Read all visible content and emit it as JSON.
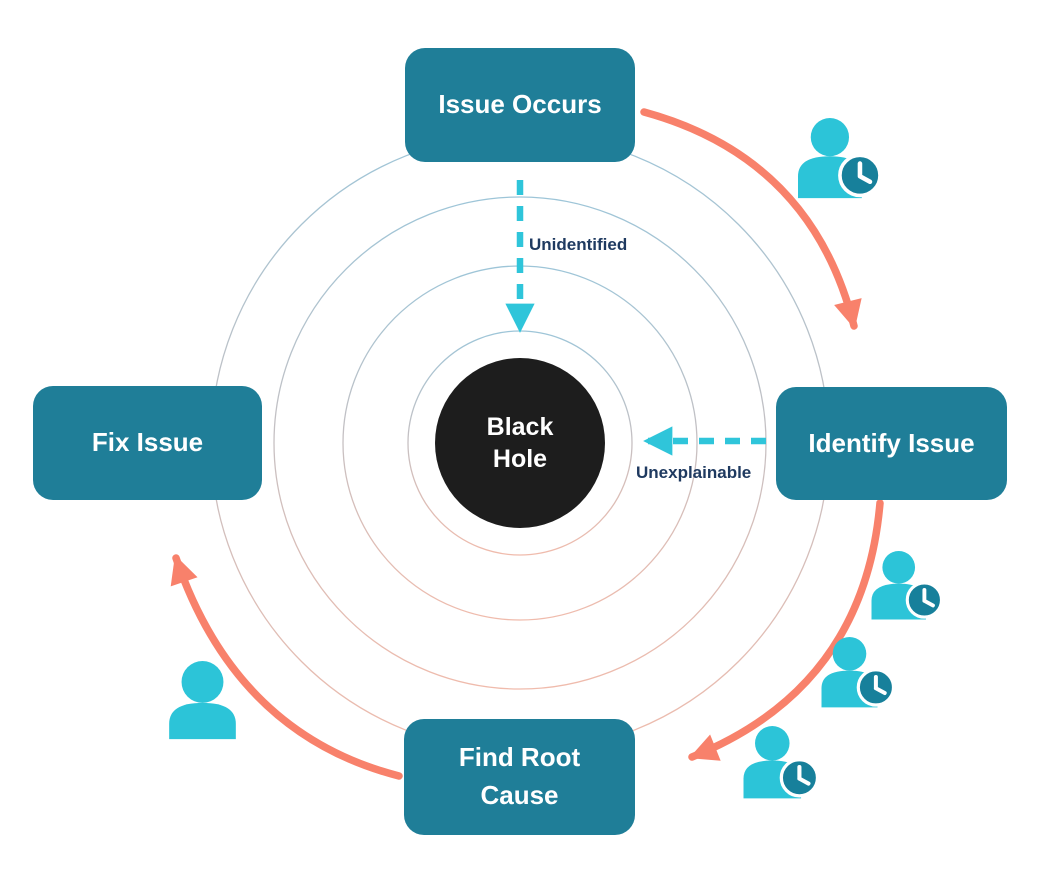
{
  "nodes": {
    "issue_occurs": {
      "label": "Issue Occurs"
    },
    "identify_issue": {
      "label": "Identify Issue"
    },
    "find_root_cause": {
      "label": "Find Root Cause"
    },
    "fix_issue": {
      "label": "Fix Issue"
    },
    "black_hole": {
      "label": "Black Hole"
    }
  },
  "flow_labels": {
    "unidentified": "Unidentified",
    "unexplainable": "Unexplainable"
  },
  "icons": {
    "person_with_clock": "person-with-clock-icon",
    "person_with_clock_count": 4,
    "person": "person-icon",
    "person_count": 1
  },
  "colors": {
    "node_fill": "#1f7e98",
    "node_text": "#ffffff",
    "black_hole_fill": "#1d1d1d",
    "cycle_arrow": "#f8816b",
    "dashed_arrow": "#2fc5da",
    "person": "#2cc4d8",
    "clock_badge": "#17809b",
    "flow_label_text": "#1f3a60",
    "ring_top": "#9dc5d8",
    "ring_bottom": "#f0bbac",
    "background": "#ffffff"
  }
}
